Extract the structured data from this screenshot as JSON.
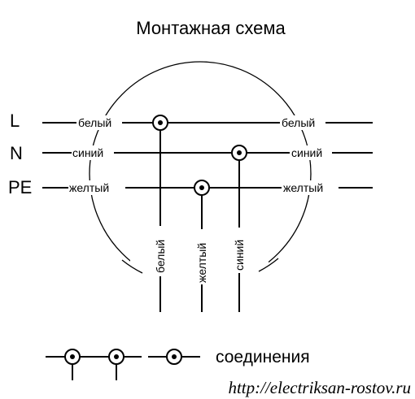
{
  "title": "Монтажная схема",
  "lines": {
    "L": "L",
    "N": "N",
    "PE": "PE"
  },
  "wire_labels": {
    "l_left": "белый",
    "l_right": "белый",
    "n_left": "синий",
    "n_right": "синий",
    "pe_left": "желтый",
    "pe_right": "желтый",
    "down_white": "белый",
    "down_yellow": "желтый",
    "down_blue": "синий"
  },
  "legend": {
    "label": "соединения"
  },
  "footer": {
    "url": "http://electriksan-rostov.ru"
  }
}
